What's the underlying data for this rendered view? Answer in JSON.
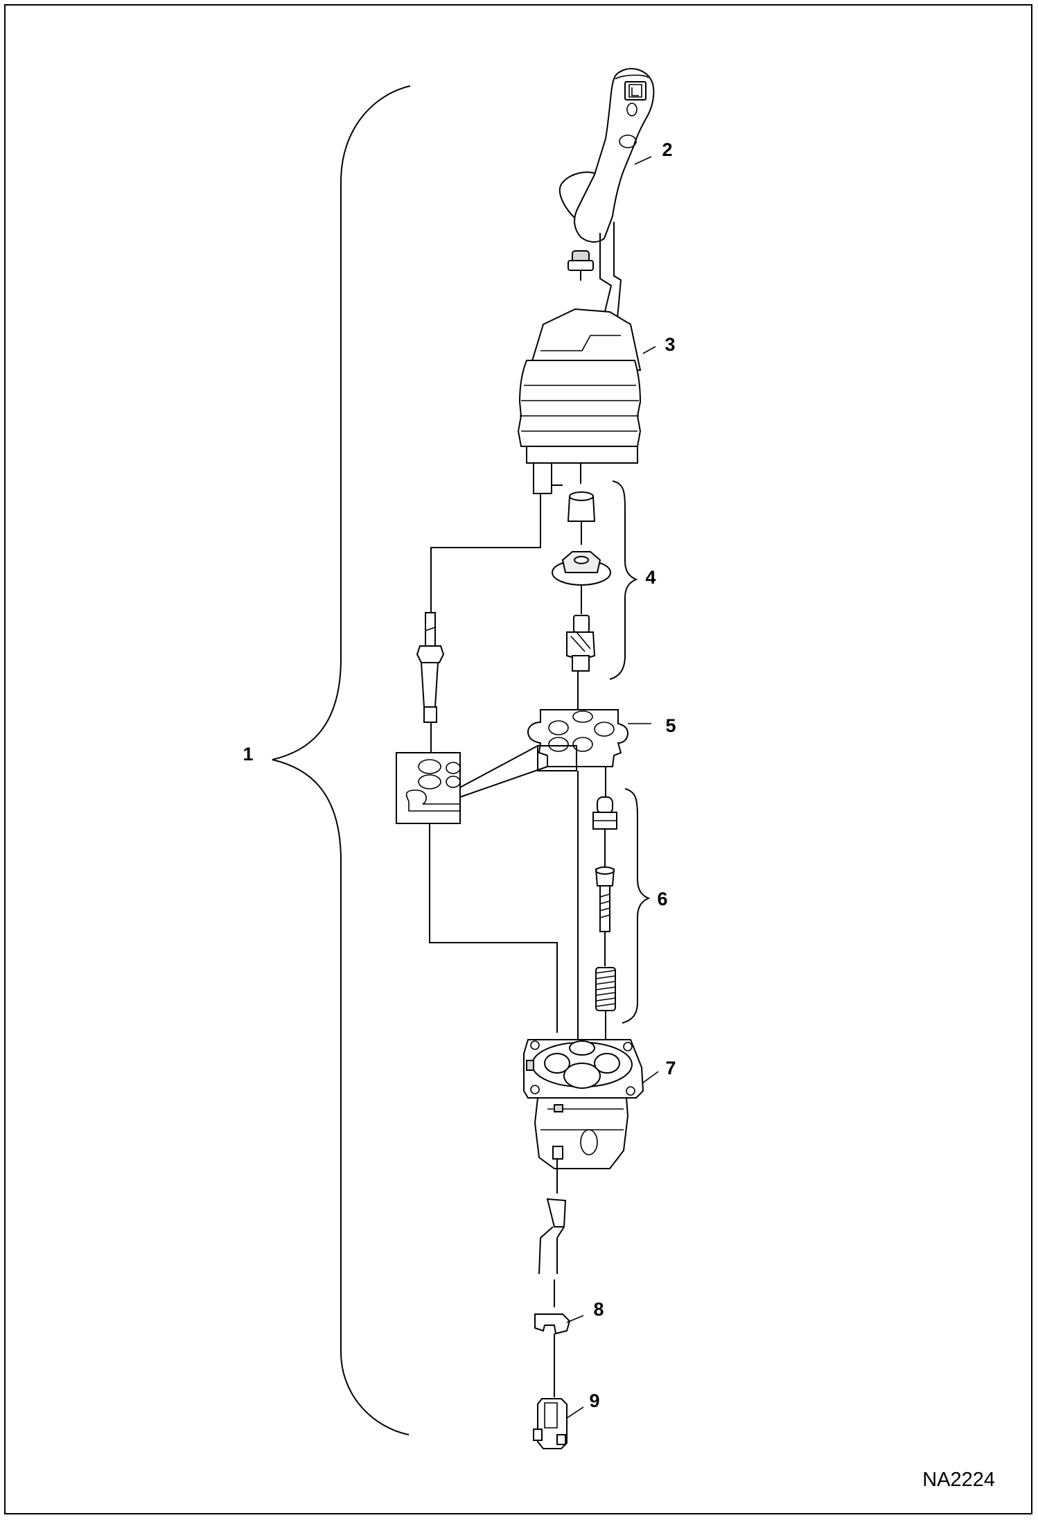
{
  "diagram": {
    "callouts": [
      {
        "id": "1",
        "label": "1"
      },
      {
        "id": "2",
        "label": "2"
      },
      {
        "id": "3",
        "label": "3"
      },
      {
        "id": "4",
        "label": "4"
      },
      {
        "id": "5",
        "label": "5"
      },
      {
        "id": "6",
        "label": "6"
      },
      {
        "id": "7",
        "label": "7"
      },
      {
        "id": "8",
        "label": "8"
      },
      {
        "id": "9",
        "label": "9"
      }
    ],
    "figure_id": "NA2224"
  }
}
